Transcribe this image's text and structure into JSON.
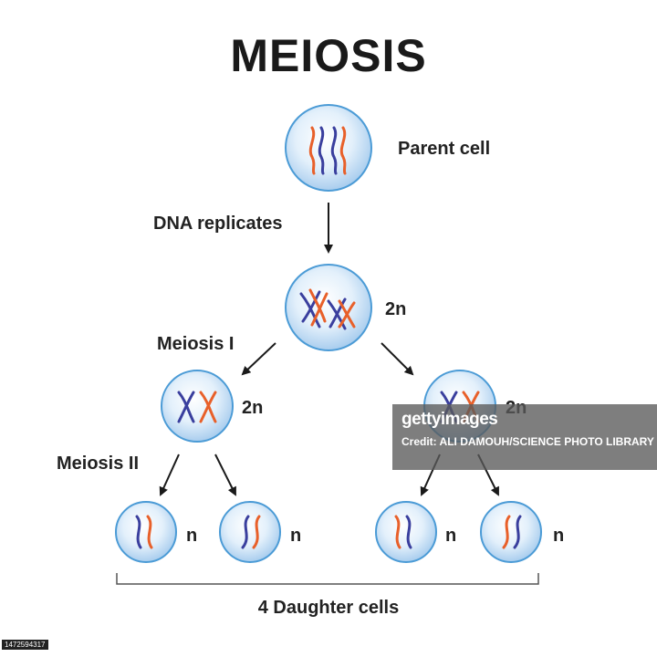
{
  "title": "MEIOSIS",
  "labels": {
    "parent_cell": "Parent cell",
    "dna_replicates": "DNA replicates",
    "meiosis_1": "Meiosis I",
    "meiosis_2": "Meiosis II",
    "diploid_center": "2n",
    "diploid_left": "2n",
    "diploid_right": "2n",
    "haploid": [
      "n",
      "n",
      "n",
      "n"
    ],
    "daughter_cells": "4 Daughter cells"
  },
  "colors": {
    "cell_fill": "#cfe4f7",
    "cell_edge": "#4b9bd6",
    "chromosome_blue": "#3a3f9e",
    "chromosome_orange": "#e8602a",
    "arrow": "#1a1a1a"
  },
  "watermark": {
    "brand": "gettyimages",
    "credit": "Credit: ALI DAMOUH/SCIENCE PHOTO LIBRARY"
  },
  "stock_id": "1472594317"
}
